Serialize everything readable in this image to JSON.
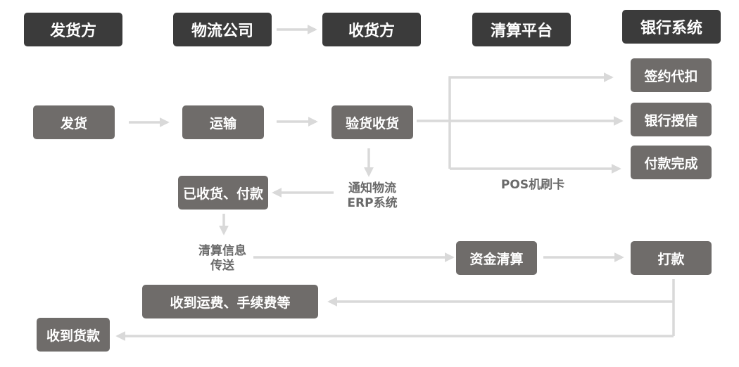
{
  "columns": {
    "shipper": "发货方",
    "logistics": "物流公司",
    "receiver": "收货方",
    "clearing": "清算平台",
    "bank": "银行系统"
  },
  "steps": {
    "ship": "发货",
    "transport": "运输",
    "inspect_receive": "验货收货",
    "sign_deduct": "签约代扣",
    "bank_credit": "银行授信",
    "payment_complete": "付款完成",
    "received_paid": "已收货、付款",
    "fund_clearing": "资金清算",
    "transfer": "打款",
    "receive_fees": "收到运费、手续费等",
    "receive_payment": "收到货款"
  },
  "notes": {
    "notify_line1": "通知物流",
    "notify_line2": "ERP系统",
    "pos_card": "POS机刷卡",
    "clearing_info_line1": "清算信息",
    "clearing_info_line2": "传送"
  },
  "colors": {
    "header_box": "#3b3b3b",
    "step_box": "#6f6c6a",
    "connector": "#d9d9d9",
    "note_text": "#6a6a6a"
  }
}
